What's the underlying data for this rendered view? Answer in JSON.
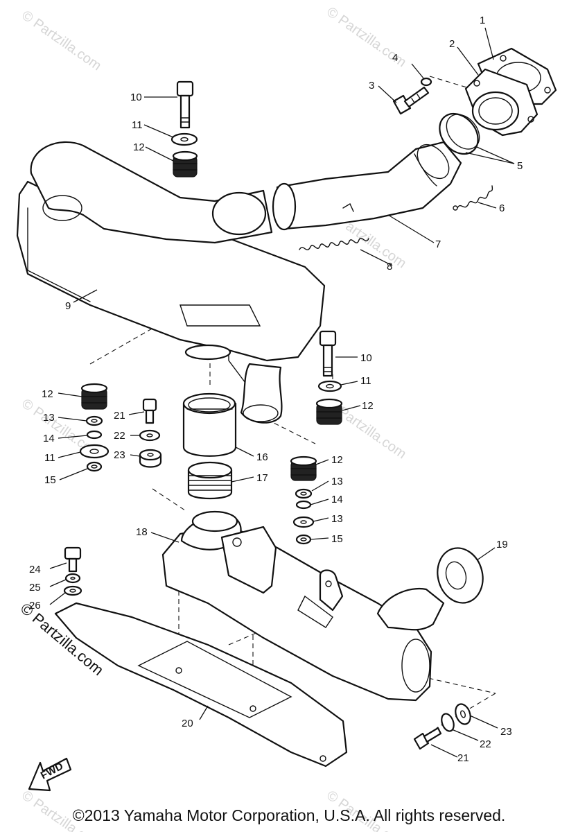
{
  "callouts": [
    {
      "id": "c1",
      "text": "1"
    },
    {
      "id": "c2",
      "text": "2"
    },
    {
      "id": "c3",
      "text": "3"
    },
    {
      "id": "c4",
      "text": "4"
    },
    {
      "id": "c5",
      "text": "5"
    },
    {
      "id": "c6",
      "text": "6"
    },
    {
      "id": "c7",
      "text": "7"
    },
    {
      "id": "c8",
      "text": "8"
    },
    {
      "id": "c9",
      "text": "9"
    },
    {
      "id": "c10a",
      "text": "10"
    },
    {
      "id": "c10b",
      "text": "10"
    },
    {
      "id": "c11a",
      "text": "11"
    },
    {
      "id": "c11b",
      "text": "11"
    },
    {
      "id": "c11c",
      "text": "11"
    },
    {
      "id": "c12a",
      "text": "12"
    },
    {
      "id": "c12b",
      "text": "12"
    },
    {
      "id": "c12c",
      "text": "12"
    },
    {
      "id": "c12d",
      "text": "12"
    },
    {
      "id": "c13a",
      "text": "13"
    },
    {
      "id": "c13b",
      "text": "13"
    },
    {
      "id": "c13c",
      "text": "13"
    },
    {
      "id": "c14a",
      "text": "14"
    },
    {
      "id": "c14b",
      "text": "14"
    },
    {
      "id": "c15a",
      "text": "15"
    },
    {
      "id": "c15b",
      "text": "15"
    },
    {
      "id": "c16",
      "text": "16"
    },
    {
      "id": "c17",
      "text": "17"
    },
    {
      "id": "c18",
      "text": "18"
    },
    {
      "id": "c19",
      "text": "19"
    },
    {
      "id": "c20",
      "text": "20"
    },
    {
      "id": "c21a",
      "text": "21"
    },
    {
      "id": "c21b",
      "text": "21"
    },
    {
      "id": "c22a",
      "text": "22"
    },
    {
      "id": "c22b",
      "text": "22"
    },
    {
      "id": "c23a",
      "text": "23"
    },
    {
      "id": "c23b",
      "text": "23"
    },
    {
      "id": "c24",
      "text": "24"
    },
    {
      "id": "c25",
      "text": "25"
    },
    {
      "id": "c26",
      "text": "26"
    }
  ],
  "fwd_label": "FWD",
  "watermark": "© Partzilla.com",
  "side_watermark": "© Partzilla.com",
  "copyright": "©2013  Yamaha Motor Corporation, U.S.A. All rights reserved."
}
